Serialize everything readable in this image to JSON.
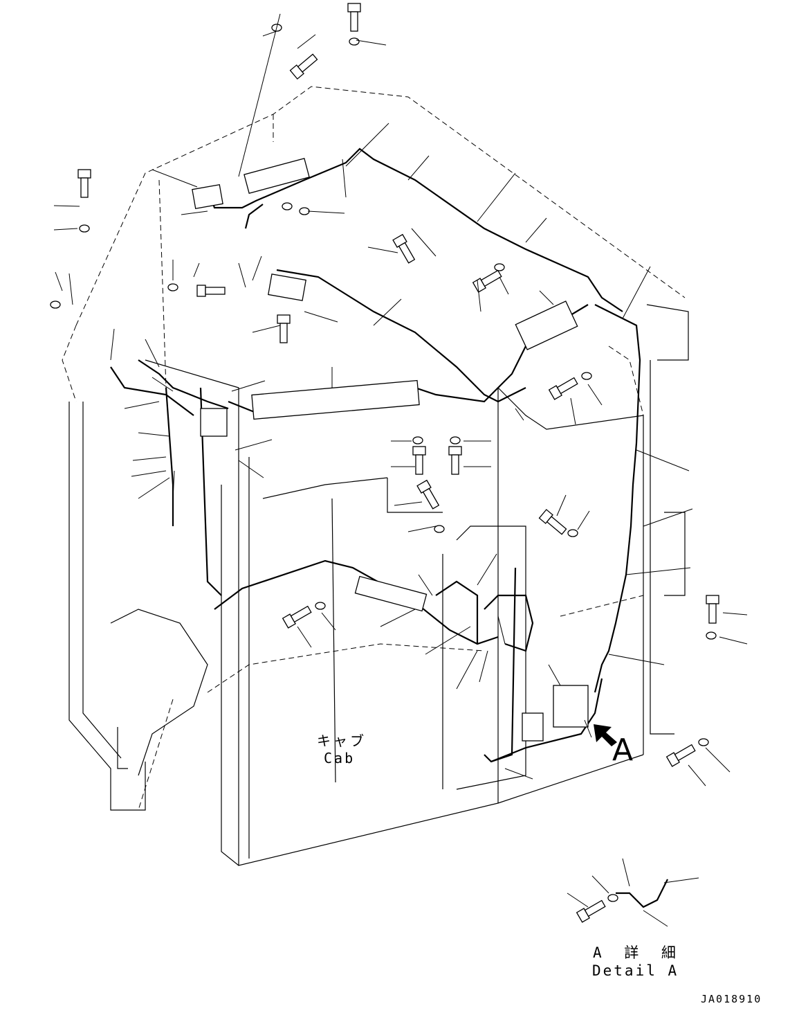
{
  "diagram": {
    "cab_label_jp": "キャブ",
    "cab_label_en": "Cab",
    "view_arrow_label": "A",
    "detail_label_jp": "A 詳 細",
    "detail_label_en": "Detail A",
    "drawing_code": "JA018910"
  }
}
